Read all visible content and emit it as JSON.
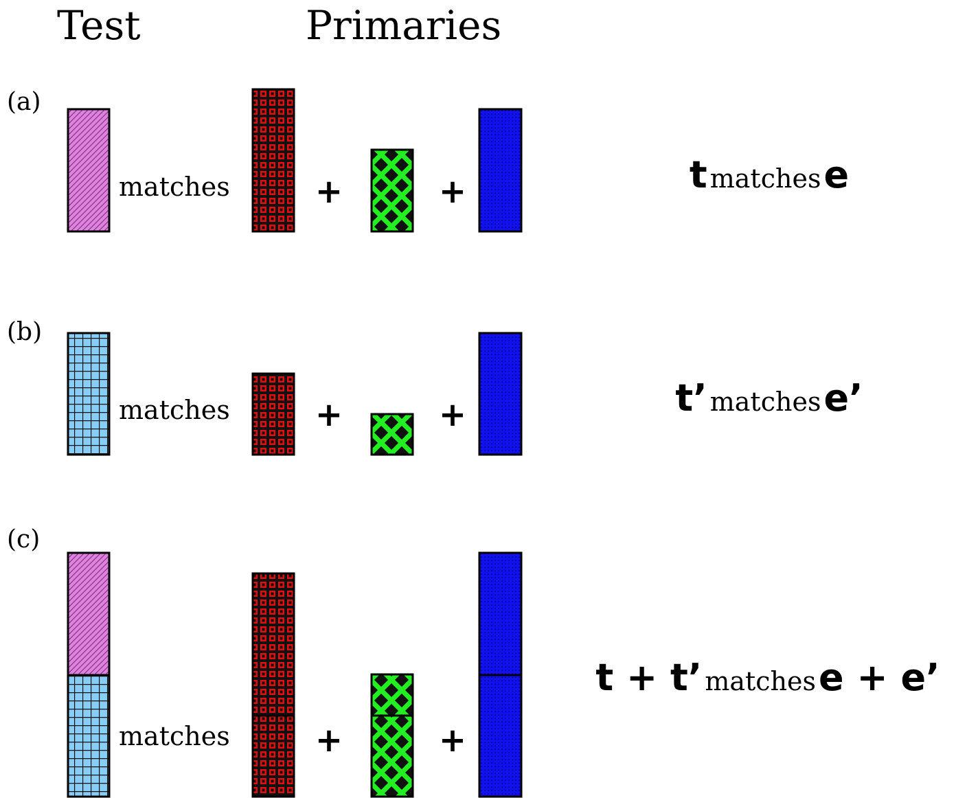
{
  "headers": {
    "test": "Test",
    "primaries": "Primaries"
  },
  "colors": {
    "pink": "#dd82dd",
    "light_blue": "#87cdf5",
    "red": "#e01010",
    "green": "#22ee22",
    "blue": "#1111ee",
    "outline": "#000000"
  },
  "panels": [
    {
      "label": "(a)",
      "matches_word": "matches",
      "plus_1": "+",
      "plus_2": "+",
      "equation": {
        "lhs": "t",
        "word": "matches",
        "rhs": "e"
      }
    },
    {
      "label": "(b)",
      "matches_word": "matches",
      "plus_1": "+",
      "plus_2": "+",
      "equation": {
        "lhs": "t’",
        "word": "matches",
        "rhs": "e’"
      }
    },
    {
      "label": "(c)",
      "matches_word": "matches",
      "plus_1": "+",
      "plus_2": "+",
      "equation": {
        "lhs": "t + t’",
        "word": "matches",
        "rhs": "e + e’"
      }
    }
  ]
}
